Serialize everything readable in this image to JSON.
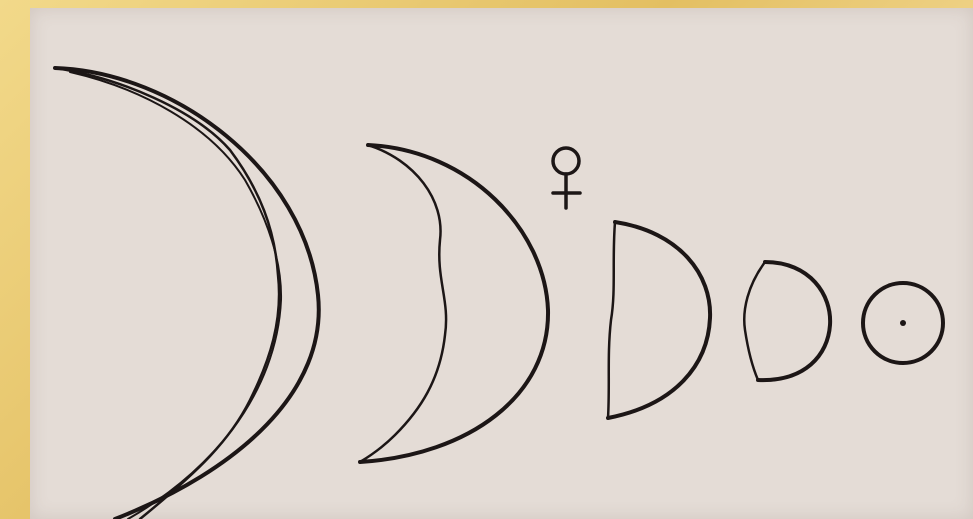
{
  "image": {
    "symbol": "♀",
    "symbol_name": "venus-symbol",
    "colors": {
      "frame": "#e8c870",
      "paper": "#e4dcd6",
      "ink": "#1c1616"
    },
    "phases": [
      {
        "name": "thin-crescent"
      },
      {
        "name": "crescent"
      },
      {
        "name": "half-phase"
      },
      {
        "name": "gibbous-small"
      },
      {
        "name": "full-disc"
      }
    ]
  }
}
